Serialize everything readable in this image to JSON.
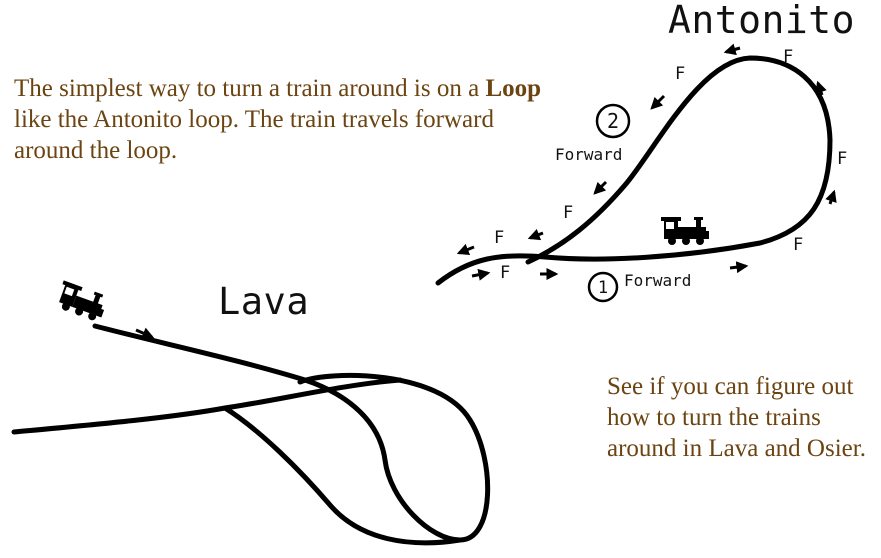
{
  "diagrams": {
    "antonito": {
      "title": "Antonito",
      "direction_mark": "F",
      "step_1": {
        "number": "1",
        "label": "Forward"
      },
      "step_2": {
        "number": "2",
        "label": "Forward"
      }
    },
    "lava": {
      "title": "Lava"
    }
  },
  "text": {
    "intro_before": "The simplest way to turn a train around is on a ",
    "intro_bold": "Loop",
    "intro_after": " like the Antonito loop.  The train travels forward around the loop.",
    "hint": "See if you can  figure out how to turn the trains around in Lava and Osier."
  },
  "colors": {
    "text": "#6b4412",
    "track": "#000000"
  }
}
